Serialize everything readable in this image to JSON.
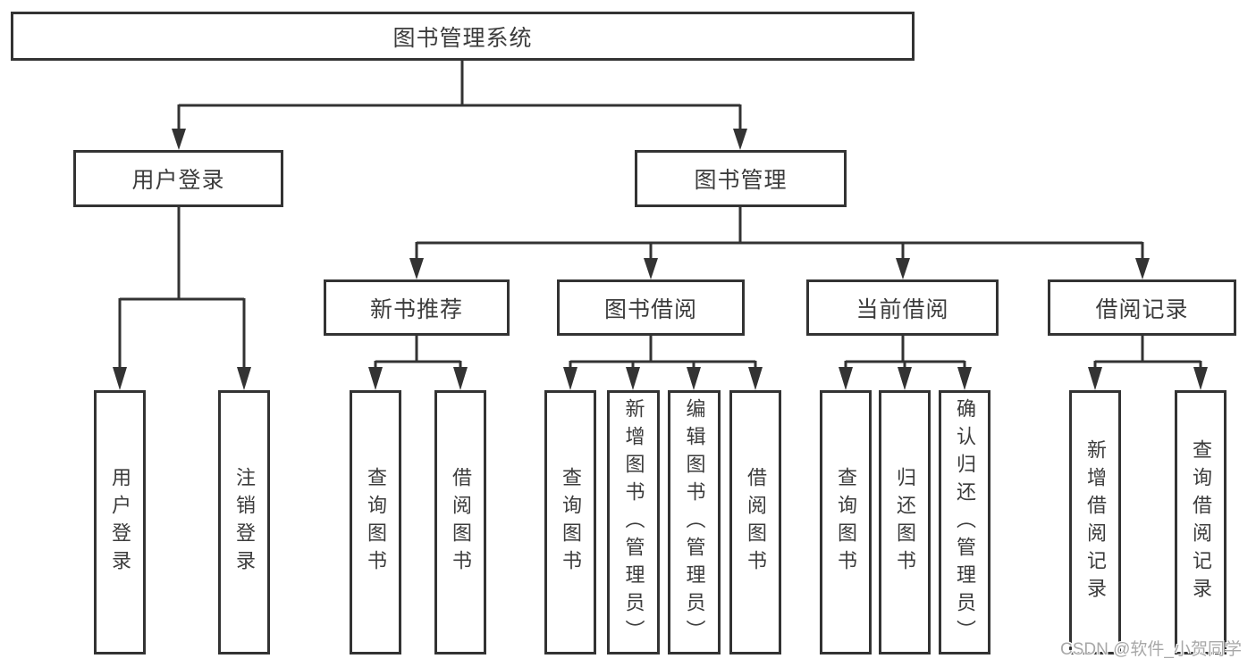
{
  "diagram_title": "图书管理系统",
  "tree": {
    "label": "图书管理系统",
    "children": [
      {
        "label": "用户登录",
        "children": [
          {
            "label": "用户登录"
          },
          {
            "label": "注销登录"
          }
        ]
      },
      {
        "label": "图书管理",
        "children": [
          {
            "label": "新书推荐",
            "children": [
              {
                "label": "查询图书"
              },
              {
                "label": "借阅图书"
              }
            ]
          },
          {
            "label": "图书借阅",
            "children": [
              {
                "label": "查询图书"
              },
              {
                "label": "新增图书（管理员）"
              },
              {
                "label": "编辑图书（管理员）"
              },
              {
                "label": "借阅图书"
              }
            ]
          },
          {
            "label": "当前借阅",
            "children": [
              {
                "label": "查询图书"
              },
              {
                "label": "归还图书"
              },
              {
                "label": "确认归还（管理员）"
              }
            ]
          },
          {
            "label": "借阅记录",
            "children": [
              {
                "label": "新增借阅记录"
              },
              {
                "label": "查询借阅记录"
              }
            ]
          }
        ]
      }
    ]
  },
  "watermark": {
    "text": "CSDN @软件_小贺同学"
  },
  "colors": {
    "line": "#333333",
    "text": "#3c3c3c",
    "watermark": "#a8a8a8",
    "background": "#ffffff"
  }
}
